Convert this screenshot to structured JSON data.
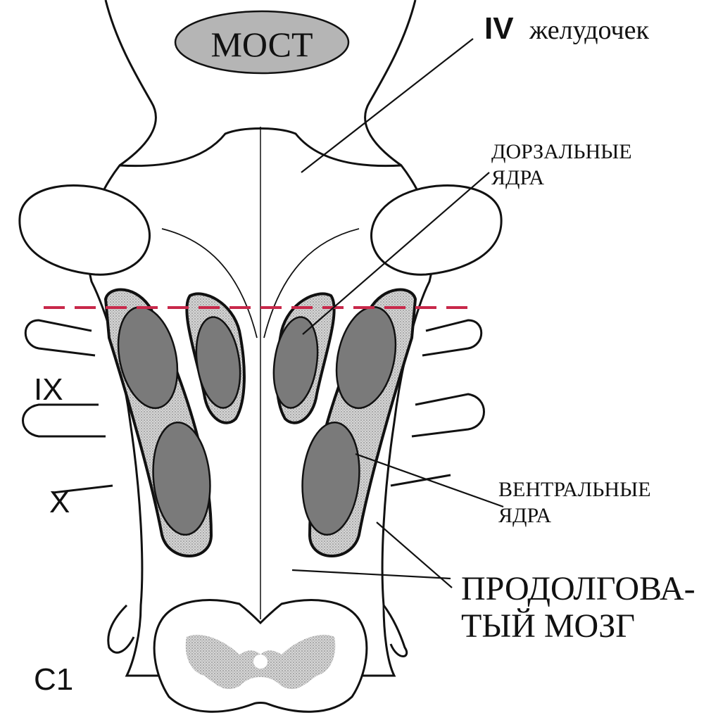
{
  "labels": {
    "pons": "МОСТ",
    "ventricle_roman": "IV",
    "ventricle_word": "желудочек",
    "dorsal_line1": "ДОРЗАЛЬНЫЕ",
    "dorsal_line2": "ЯДРА",
    "ventral_line1": "ВЕНТРАЛЬНЫЕ",
    "ventral_line2": "ЯДРА",
    "medulla_line1": "ПРОДОЛГОВА-",
    "medulla_line2": "ТЫЙ МОЗГ",
    "nerve_ix": "IX",
    "nerve_x": "X",
    "nerve_c1": "C1"
  },
  "colors": {
    "outline": "#111111",
    "nucleus_fill": "#7a7a7a",
    "stipple_fill": "#b8b8b8",
    "pons_fill": "#b5b5b5",
    "cut_line": "#c8284a",
    "background": "#ffffff"
  }
}
